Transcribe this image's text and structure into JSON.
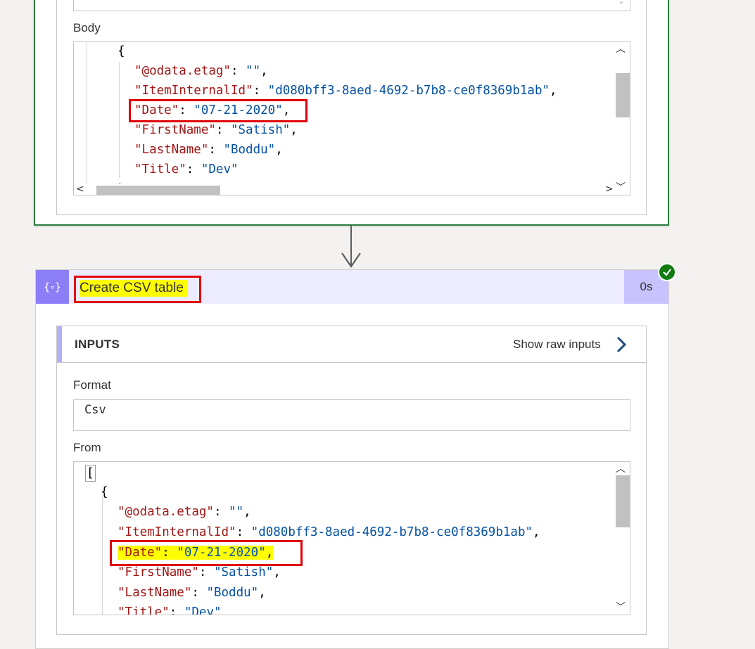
{
  "previous_action": {
    "body_label": "Body",
    "body_json_lines": {
      "open_brace": "{",
      "etag_key": "\"@odata.etag\"",
      "etag_val": "\"\"",
      "item_key": "\"ItemInternalId\"",
      "item_val": "\"d080bff3-8aed-4692-b7b8-ce0f8369b1ab\"",
      "date_key": "\"Date\"",
      "date_val": "\"07-21-2020\"",
      "first_key": "\"FirstName\"",
      "first_val": "\"Satish\"",
      "last_key": "\"LastName\"",
      "last_val": "\"Boddu\"",
      "title_key": "\"Title\"",
      "title_val": "\"Dev\"",
      "close_brace": "},"
    }
  },
  "create_csv_action": {
    "title": "Create CSV table",
    "duration": "0s",
    "status": "succeeded",
    "inputs_label": "INPUTS",
    "show_raw_inputs_label": "Show raw inputs",
    "format_label": "Format",
    "format_value": "Csv",
    "from_label": "From",
    "from_json_lines": {
      "open_bracket": "[",
      "open_brace": "{",
      "etag_key": "\"@odata.etag\"",
      "etag_val": "\"\"",
      "item_key": "\"ItemInternalId\"",
      "item_val": "\"d080bff3-8aed-4692-b7b8-ce0f8369b1ab\"",
      "date_key": "\"Date\"",
      "date_val": "\"07-21-2020\"",
      "first_key": "\"FirstName\"",
      "first_val": "\"Satish\"",
      "last_key": "\"LastName\"",
      "last_val": "\"Boddu\"",
      "title_key": "\"Title\"",
      "title_val": "\"Dev\""
    }
  },
  "colors": {
    "json_key": "#a31515",
    "json_string": "#0451a5",
    "highlight": "#ffff00",
    "annotation_box": "#e0000b",
    "success": "#107c10",
    "action_header": "#ecebff",
    "action_icon": "#8c7ef6"
  },
  "icons": {
    "action_icon": "data-operation-icon",
    "status_icon": "checkmark-icon",
    "raw_inputs_icon": "chevron-right-icon"
  }
}
